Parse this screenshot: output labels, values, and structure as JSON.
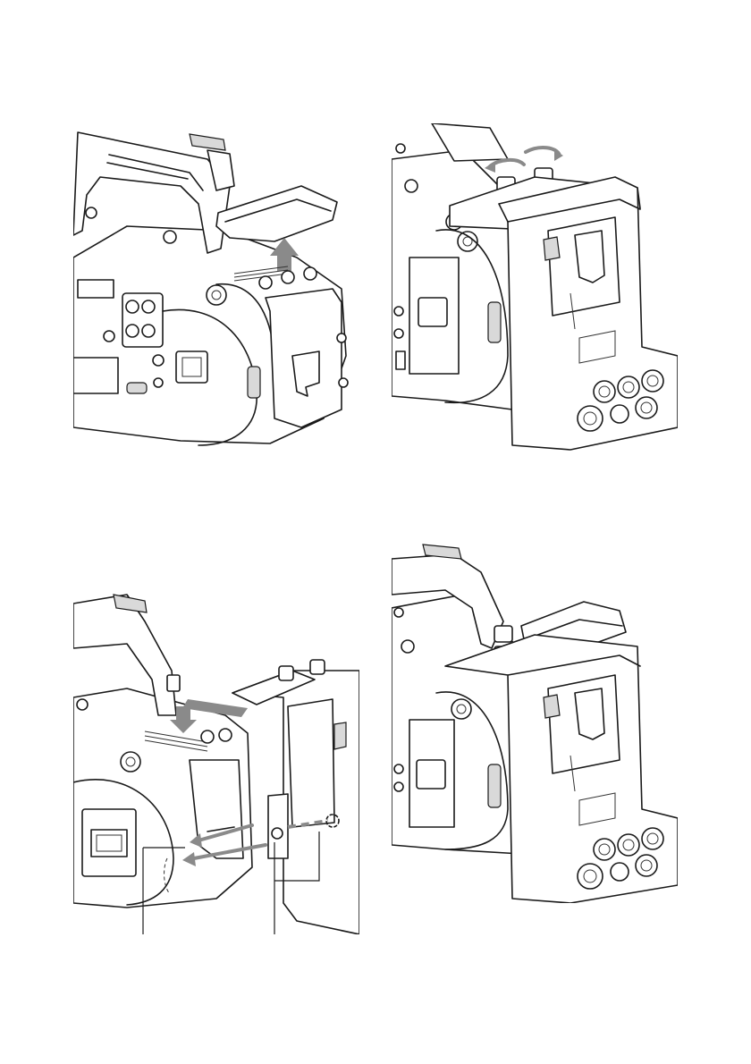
{
  "page": {
    "background": "#ffffff",
    "line_color": "#1a1a1a",
    "arrow_color": "#8a8a8a"
  },
  "illustrations": [
    {
      "id": "step1",
      "icon": "camera-handle-cover-removal-illustration"
    },
    {
      "id": "step2",
      "icon": "extension-unit-screw-tightening-illustration"
    },
    {
      "id": "step3",
      "icon": "extension-unit-slide-attach-illustration"
    },
    {
      "id": "step4",
      "icon": "cover-attach-to-extension-unit-illustration"
    }
  ]
}
